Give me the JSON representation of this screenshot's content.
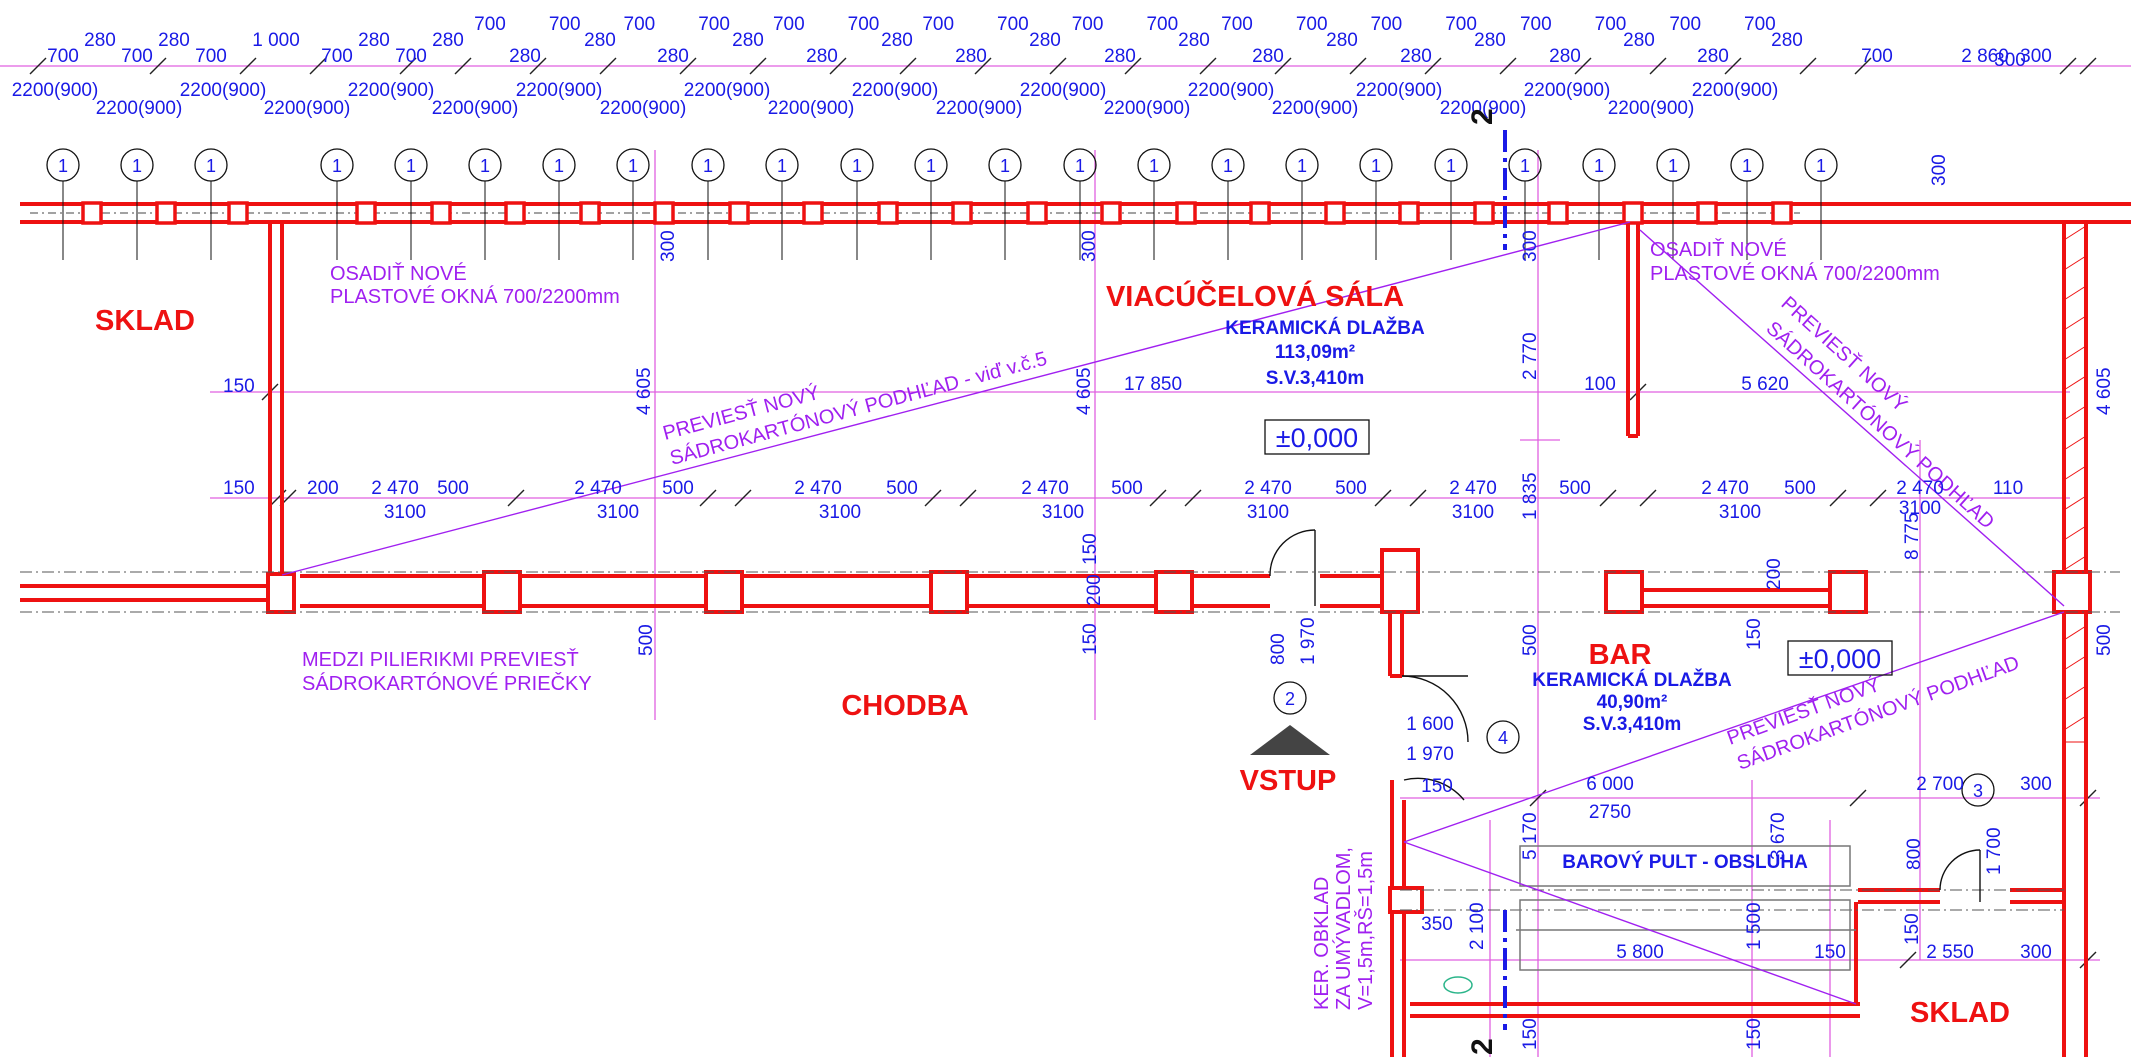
{
  "rooms": {
    "sklad_left": "SKLAD",
    "viacucelova": "VIACÚČELOVÁ SÁLA",
    "chodba": "CHODBA",
    "vstup": "VSTUP",
    "bar": "BAR",
    "sklad_right": "SKLAD",
    "barovy_pult": "BAROVÝ PULT - OBSLUHA"
  },
  "floors": {
    "sala_material": "KERAMICKÁ DLAŽBA",
    "sala_area": "113,09m²",
    "sala_height": "S.V.3,410m",
    "bar_material": "KERAMICKÁ DLAŽBA",
    "bar_area": "40,90m²",
    "bar_height": "S.V.3,410m"
  },
  "levels": {
    "sala": "±0,000",
    "bar": "±0,000"
  },
  "notes": {
    "windows_left_1": "OSADIŤ NOVÉ",
    "windows_left_2": "PLASTOVÉ OKNÁ 700/2200mm",
    "windows_right_1": "OSADIŤ NOVÉ",
    "windows_right_2": "PLASTOVÉ OKNÁ 700/2200mm",
    "ceiling_sala_1": "PREVIESŤ NOVÝ",
    "ceiling_sala_2": "SÁDROKARTÓNOVÝ PODHĽAD - viď v.č.5",
    "ceiling_right_1": "PREVIESŤ NOVÝ",
    "ceiling_right_2": "SÁDROKARTÓNOVÝ PODHĽAD",
    "ceiling_bar_1": "PREVIESŤ NOVÝ",
    "ceiling_bar_2": "SÁDROKARTÓNOVÝ PODHĽAD",
    "partition_1": "MEDZI PILIERIKMI PREVIESŤ",
    "partition_2": "SÁDROKARTÓNOVÉ PRIEČKY",
    "tiles_1": "KER. OBKLAD",
    "tiles_2": "ZA UMÝVADLOM,",
    "tiles_3": "V=1,5m,RŠ=1,5m"
  },
  "section_marks": {
    "top": "2",
    "bottom": "2"
  },
  "markers": {
    "window_type": "1",
    "door_entry": "2",
    "door_bar": "3",
    "door_wc": "4"
  },
  "dims_top_row1": [
    "700",
    "700",
    "700",
    "700",
    "700",
    "700",
    "700",
    "700",
    "700",
    "700",
    "700",
    "700",
    "700",
    "700",
    "700",
    "700",
    "700",
    "700"
  ],
  "dims_top_row2": [
    "700",
    "280",
    "700",
    "280",
    "700",
    "1 000",
    "700",
    "280",
    "700",
    "280",
    "280",
    "280",
    "280",
    "280",
    "280",
    "280",
    "280",
    "280",
    "280",
    "280",
    "280",
    "280",
    "280",
    "280",
    "280",
    "280",
    "280",
    "280",
    "700",
    "2 860",
    "300"
  ],
  "dims_top_row3": [
    "2200(900)",
    "2200(900)",
    "2200(900)",
    "2200(900)",
    "2200(900)",
    "2200(900)",
    "2200(900)",
    "2200(900)",
    "2200(900)",
    "2200(900)",
    "2200(900)",
    "2200(900)",
    "2200(900)",
    "2200(900)",
    "2200(900)",
    "2200(900)",
    "2200(900)",
    "2200(900)",
    "2200(900)",
    "2200(900)",
    "2200(900)"
  ],
  "dims_mid": {
    "d150a": "150",
    "d17850": "17 850",
    "d100": "100",
    "d5620": "5 620",
    "d150b": "150",
    "d200": "200",
    "d2470": "2 470",
    "d500": "500",
    "d3100": "3100",
    "d110": "110",
    "d1600": "1 600",
    "d1970a": "1 970",
    "d1970b": "1 970",
    "d800a": "800",
    "d800b": "800",
    "d6000": "6 000",
    "d2750": "2750",
    "d2700": "2 700",
    "d300a": "300",
    "d300b": "300",
    "d300c": "300",
    "d5800": "5 800",
    "d150c": "150",
    "d2550": "2 550",
    "d350": "350",
    "d2100": "2 100",
    "d1500": "1 500",
    "d150d": "150",
    "d150e": "150"
  },
  "dims_vertical": {
    "v4605a": "4 605",
    "v4605b": "4 605",
    "v4605c": "4 605",
    "v300a": "300",
    "v300b": "300",
    "v300c": "300",
    "v300d": "300",
    "v2770": "2 770",
    "v1835": "1 835",
    "v8775": "8 775",
    "v500a": "500",
    "v500b": "500",
    "v500c": "500",
    "v150a": "150",
    "v150b": "150",
    "v150c": "150",
    "v200a": "200",
    "v200b": "200",
    "v5170": "5 170",
    "v3670": "3 670",
    "v1700": "1 700"
  },
  "colors": {
    "wall": "#ee1111",
    "dimension": "#1a1ae6",
    "note": "#a020f0",
    "dimline": "#e060e0",
    "section": "#1a1ae6"
  }
}
